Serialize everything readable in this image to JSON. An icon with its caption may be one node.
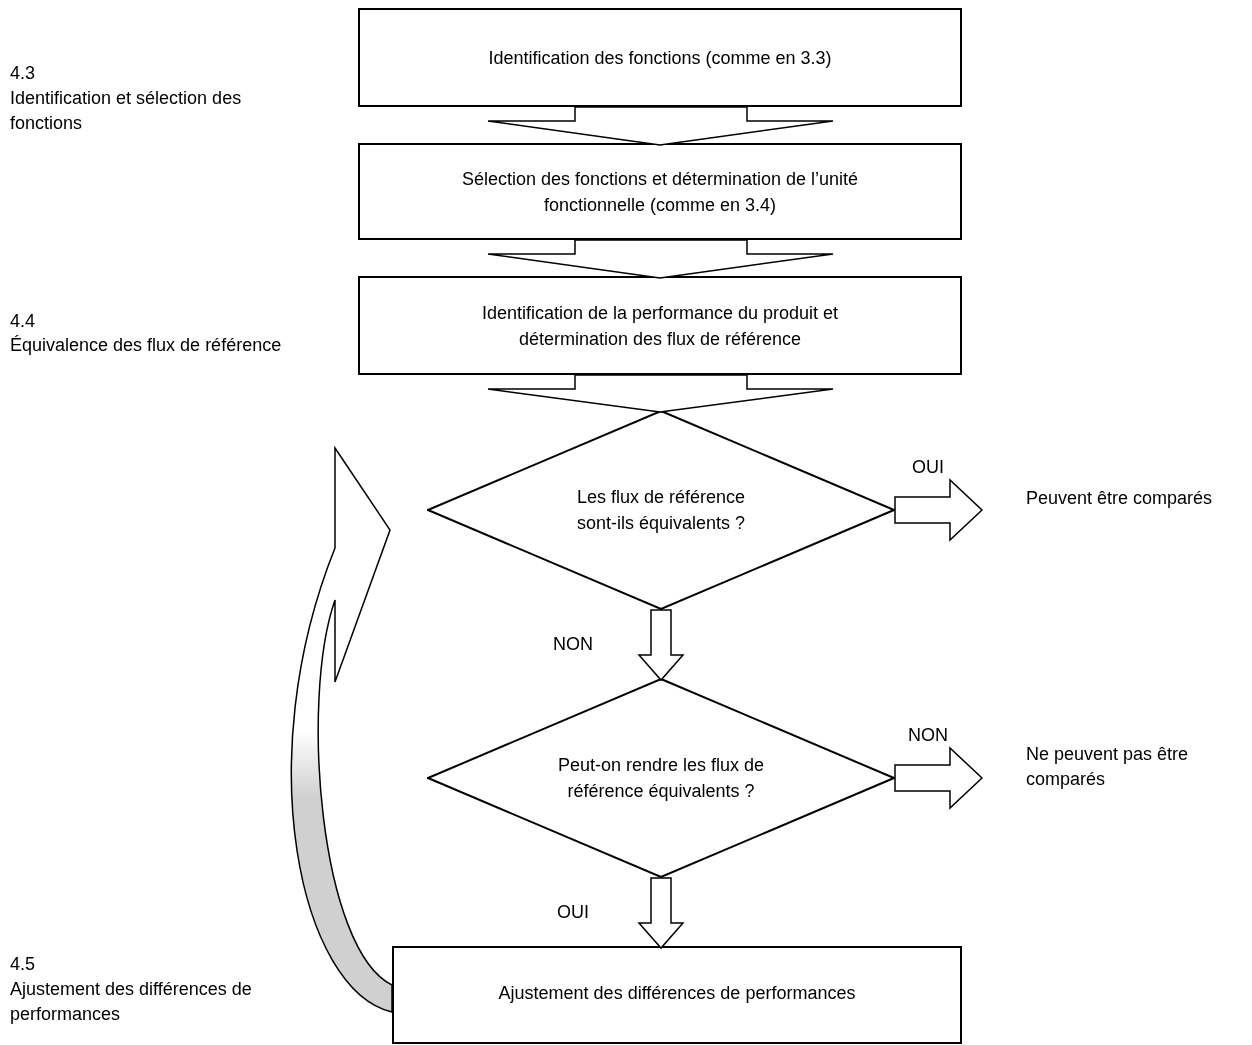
{
  "diagram": {
    "nodes": [
      {
        "text": [
          "Identification des fonctions (comme en 3.3)"
        ]
      },
      {
        "text": [
          "Sélection des fonctions et détermination de l’unité fonctionnelle (comme en 3.4)"
        ]
      },
      {
        "text": [
          "Identification de la performance du produit et détermination des flux de référence"
        ]
      },
      {
        "text": [
          "Les flux de référence sont-ils équivalents ?"
        ]
      },
      {
        "text": [
          "Peuvent être comparés"
        ]
      },
      {
        "text": [
          "Peut-on rendre les flux de référence équivalents ?"
        ]
      },
      {
        "text": [
          "Ne peuvent pas être comparés"
        ]
      },
      {
        "text": [
          "Ajustement des différences de performances"
        ]
      }
    ],
    "edges": [
      {
        "from": 0,
        "to": 1,
        "arrow": "to"
      },
      {
        "from": 1,
        "to": 2,
        "arrow": "to"
      },
      {
        "from": 2,
        "to": 3,
        "arrow": "to"
      },
      {
        "from": 3,
        "to": 4,
        "arrow": "to",
        "label": "OUI"
      },
      {
        "from": 3,
        "to": 5,
        "arrow": "to",
        "label": "NON"
      },
      {
        "from": 5,
        "to": 6,
        "arrow": "to",
        "label": "NON"
      },
      {
        "from": 5,
        "to": 7,
        "arrow": "to",
        "label": "OUI"
      },
      {
        "from": 7,
        "to": 3,
        "arrow": "to"
      }
    ],
    "labels": [
      "4.3",
      "Identification et sélection des fonctions",
      "4.4",
      "Équivalence des flux de référence",
      "4.5",
      "Ajustement des différences de performances"
    ]
  }
}
